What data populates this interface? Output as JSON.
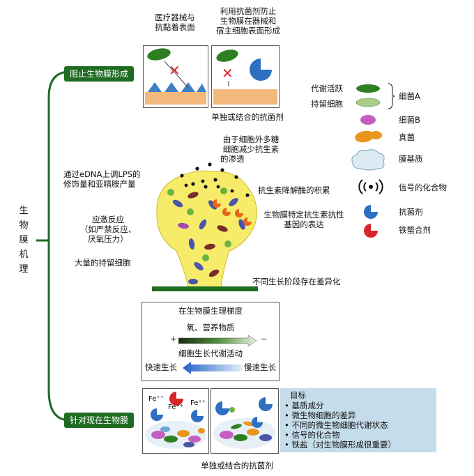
{
  "left_label": [
    "生",
    "物",
    "膜",
    "机",
    "理"
  ],
  "branch_prevent": "阻止生物膜形成",
  "branch_target": "针对现在生物膜",
  "panel1_caption": [
    "医疗器械与",
    "抗黏着表面"
  ],
  "panel2_caption": [
    "利用抗菌剂防止",
    "生物膜在器械和",
    "宿主细胞表面形成"
  ],
  "antimicrobial_caption_top": "单独或结合的抗菌剂",
  "antimicrobial_caption_bottom": "单独或结合的抗菌剂",
  "legend": {
    "active": "代谢活跃",
    "persister": "持留细胞",
    "bacteriumA": "细菌A",
    "bacteriumB": "细菌B",
    "fungus": "真菌",
    "matrix": "膜基质",
    "signal": "信号的化合物",
    "antimicrobial": "抗菌剂",
    "chelator": "铁螯合剂"
  },
  "mechanisms": {
    "polysaccharide": [
      "由于细胞外多糖",
      "细胞减少抗生素",
      "的渗透"
    ],
    "lps": [
      "通过eDNA上调LPS的",
      "修饰量和亚精胺产量"
    ],
    "enzyme": "抗生素降解酶的积累",
    "resistance_genes": [
      "生物膜特定抗生素抗性",
      "基因的表达"
    ],
    "stress": [
      "应激反应",
      "（如严禁反应、",
      "厌氧压力）"
    ],
    "persisters": "大量的持留细胞",
    "growth_stage": "不同生长阶段存在差异化"
  },
  "gradient": {
    "title": "在生物膜生理梯度",
    "nutrients": "氧、营养物质",
    "plus": "+",
    "minus": "−",
    "activity": "细胞生长代谢活动",
    "fast": "快速生长",
    "slow": "慢速生长"
  },
  "fe_labels": [
    "Fe⁺⁺",
    "Fe⁺⁺",
    "Fe⁺⁺"
  ],
  "targets": {
    "title": "目标",
    "items": [
      "基质成分",
      "微生物细胞的差异",
      "不同的微生物细胞代谢状态",
      "信号的化合物",
      "铁盐（对生物膜形成很重要）"
    ]
  },
  "colors": {
    "branch_green": "#1f6b22",
    "biofilm_yellow": "#f7ec6a",
    "antimicrobial_blue": "#2d6fc0",
    "chelator_red": "#d8262b",
    "target_box": "#c5dcea"
  }
}
